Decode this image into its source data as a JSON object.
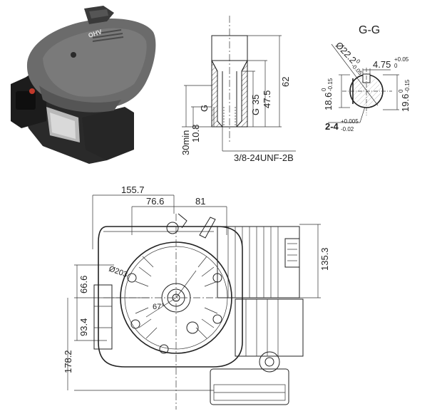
{
  "product_photo": {
    "emblem_text": "OHV"
  },
  "shaft_detail": {
    "dims": {
      "d62": "62",
      "d47_5": "47.5",
      "d35": "35",
      "g_right": "G",
      "g_left": "G",
      "d30min": "30min",
      "d10_8": "10.8",
      "thread": "3/8-24UNF-2B"
    }
  },
  "section_gg": {
    "title": "G-G",
    "dims": {
      "dia22_main": "Ø22.2",
      "dia22_tol_upper": "0",
      "dia22_tol_lower": "-0.05",
      "w475_main": "4.75",
      "w475_tol_upper": "+0.05",
      "w475_tol_lower": "0",
      "h186_main": "18.6",
      "h186_tol_upper": "0",
      "h186_tol_lower": "-0.15",
      "h196_main": "19.6",
      "h196_tol_upper": "0",
      "h196_tol_lower": "-0.15",
      "key_main": "2-4",
      "key_tol_upper": "+0.005",
      "key_tol_lower": "-0.02"
    }
  },
  "plan_view": {
    "dims": {
      "d155_7": "155.7",
      "d76_6": "76.6",
      "d81": "81",
      "d135_3": "135.3",
      "d66_6": "66.6",
      "d93_4": "93.4",
      "d178_2": "178.2",
      "d203": "Ø203",
      "d67": "67°"
    }
  }
}
